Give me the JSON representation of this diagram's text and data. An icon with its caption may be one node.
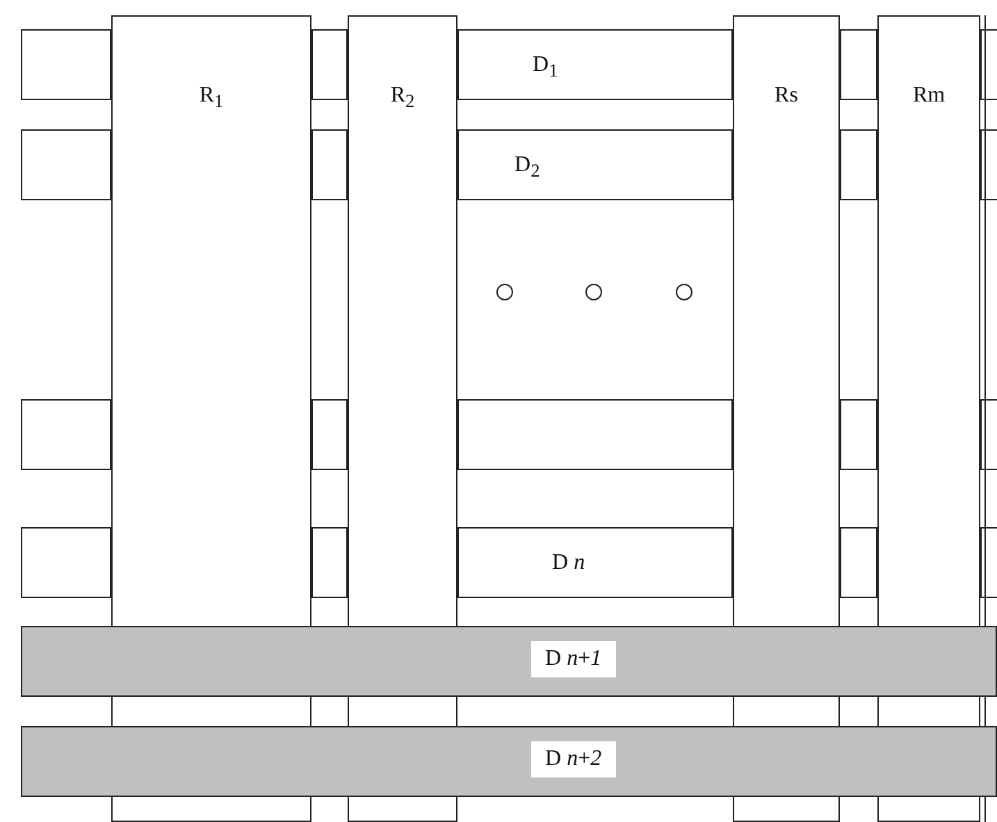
{
  "diagram": {
    "nodes": [
      {
        "text": [
          "D$_{1}$"
        ]
      },
      {
        "text": [
          "R$_{1}$"
        ]
      },
      {
        "text": [
          "R$_{2}$"
        ]
      },
      {
        "text": [
          "Rs"
        ]
      },
      {
        "text": [
          "Rm"
        ]
      },
      {
        "text": [
          "D$_{2}$"
        ]
      },
      {
        "text": [],
        "shape": "bar"
      },
      {
        "text": [
          "D *n*"
        ]
      },
      {
        "text": [
          "D *n*+*1*"
        ]
      },
      {
        "text": [
          "D *n*+*2*"
        ]
      }
    ],
    "edges": []
  }
}
